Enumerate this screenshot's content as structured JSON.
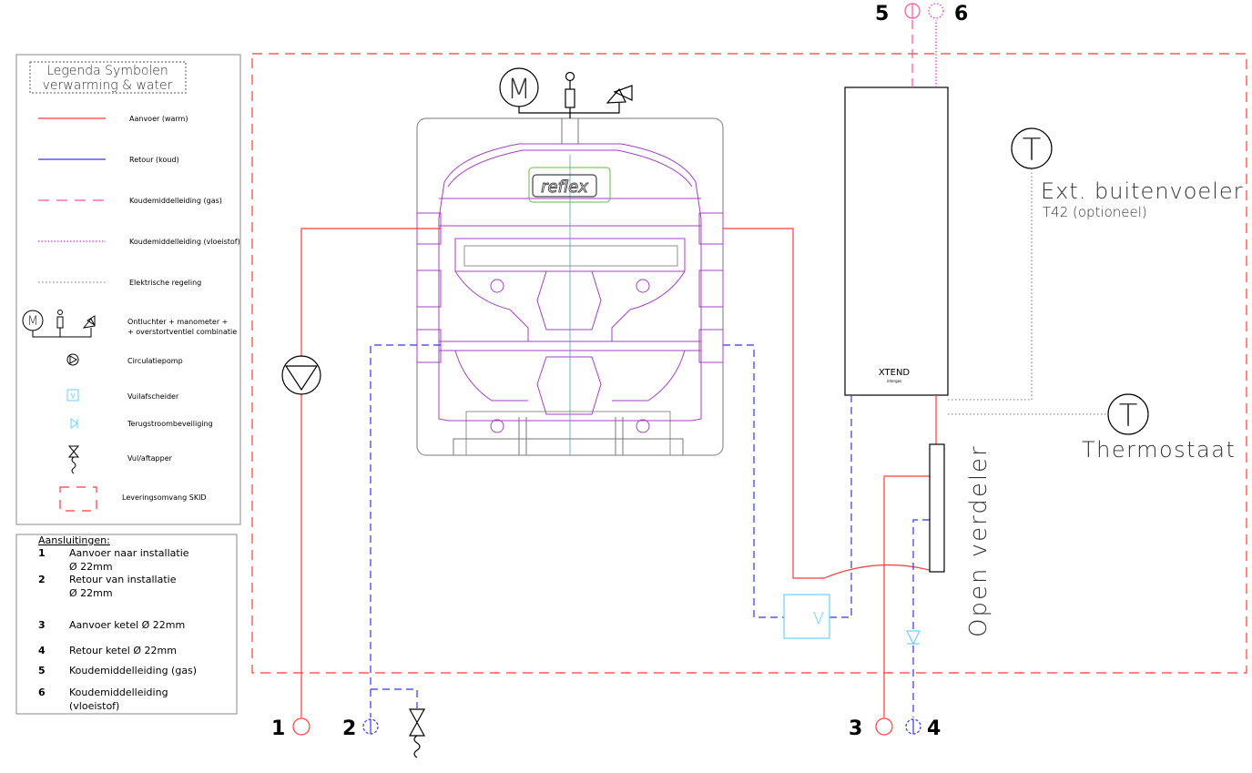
{
  "legend": {
    "title_line1": "Legenda Symbolen",
    "title_line2": "verwarming & water",
    "items": [
      {
        "label": "Aanvoer (warm)",
        "color": "#ff3b3b"
      },
      {
        "label": "Retour (koud)",
        "color": "#3333ff"
      },
      {
        "label": "Koudemiddelleiding (gas)",
        "color": "#ff5599"
      },
      {
        "label": "Koudemiddelleiding (vloeistof)",
        "color": "#cc33cc"
      },
      {
        "label": "Elektrische regeling",
        "color": "#777777"
      }
    ],
    "combo_line1": "Ontluchter + manometer +",
    "combo_line2": "+ overstortventiel combinatie",
    "pump": "Circulatiepomp",
    "dirt": "Vuilafscheider",
    "backflow": "Terugstroombeveiliging",
    "fill": "Vul/aftapper",
    "skid": "Leveringsomvang SKID"
  },
  "connections": {
    "title": "Aansluitingen:",
    "items": [
      {
        "num": "1",
        "line1": "Aanvoer naar installatie",
        "line2": "Ø 22mm"
      },
      {
        "num": "2",
        "line1": "Retour van installatie",
        "line2": "Ø 22mm"
      },
      {
        "num": "3",
        "line1": "Aanvoer ketel Ø 22mm",
        "line2": ""
      },
      {
        "num": "4",
        "line1": "Retour ketel Ø 22mm",
        "line2": ""
      },
      {
        "num": "5",
        "line1": "Koudemiddelleiding (gas)",
        "line2": ""
      },
      {
        "num": "6",
        "line1": "Koudemiddelleiding",
        "line2": "(vloeistof)"
      }
    ]
  },
  "diagram": {
    "reflex_logo": "reflex",
    "motor_symbol": "M",
    "vuil_symbol": "V",
    "thermo_symbol": "T",
    "xtend_brand": "XTEND",
    "xtend_sub": "intergas",
    "buitenvoeler_line1": "Ext. buitenvoeler",
    "buitenvoeler_line2": "T42 (optioneel)",
    "thermostaat": "Thermostaat",
    "open_verdeler": "Open verdeler",
    "num1": "1",
    "num2": "2",
    "num3": "3",
    "num4": "4",
    "num5": "5",
    "num6": "6"
  },
  "colors": {
    "warm": "#ff3b3b",
    "cold": "#3333ff",
    "gas": "#ff5599",
    "liquid": "#cc33cc",
    "vessel": "#a040c0",
    "skid": "#ff3b3b"
  }
}
